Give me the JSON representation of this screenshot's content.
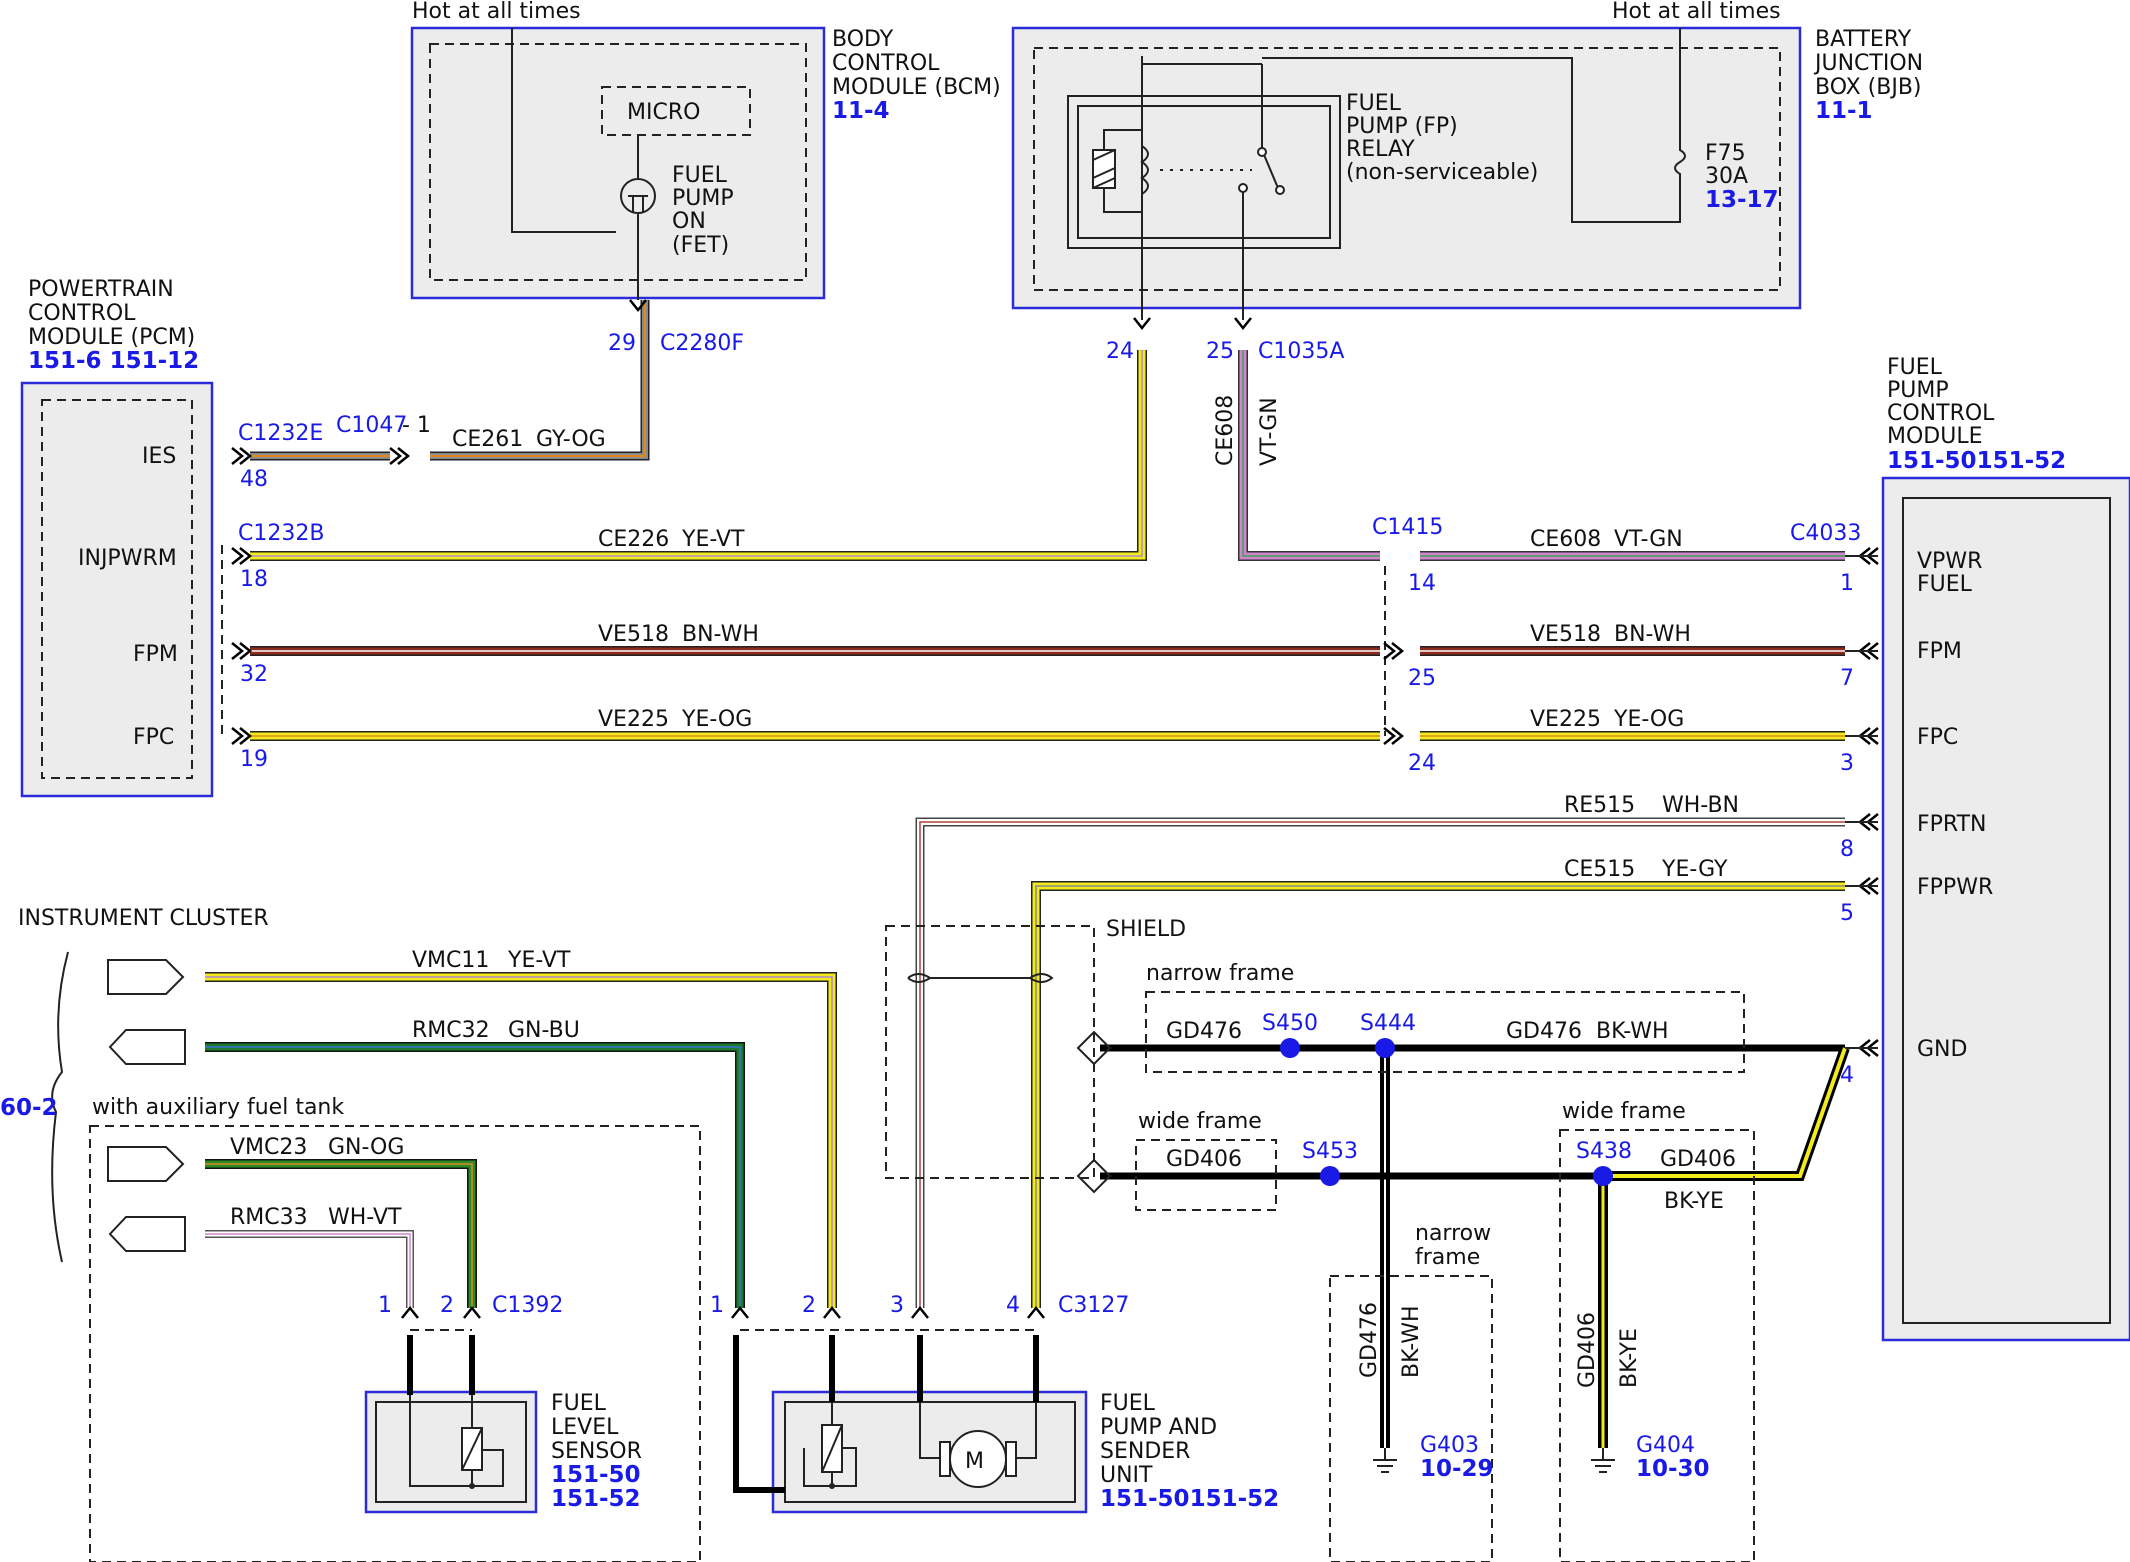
{
  "hot_labels": [
    "Hot at all times",
    "Hot at all times"
  ],
  "bcm": {
    "name": [
      "BODY",
      "CONTROL",
      "MODULE (BCM)"
    ],
    "ref": "11-4",
    "micro": "MICRO",
    "fet": [
      "FUEL",
      "PUMP",
      "ON",
      "(FET)"
    ]
  },
  "bjb": {
    "name": [
      "BATTERY",
      "JUNCTION",
      "BOX (BJB)"
    ],
    "ref": "11-1",
    "relay": [
      "FUEL",
      "PUMP (FP)",
      "RELAY",
      "(non-serviceable)"
    ],
    "fuse": [
      "F75",
      "30A"
    ],
    "fuse_ref": "13-17"
  },
  "pcm": {
    "name": [
      "POWERTRAIN",
      "CONTROL",
      "MODULE (PCM)"
    ],
    "ref": "151-6  151-12",
    "pins": [
      "IES",
      "INJPWRM",
      "FPM",
      "FPC"
    ]
  },
  "fpcm": {
    "name": [
      "FUEL",
      "PUMP",
      "CONTROL",
      "MODULE"
    ],
    "ref": "151-50151-52",
    "pins": [
      "VPWR",
      "FUEL",
      "FPM",
      "FPC",
      "FPRTN",
      "FPPWR",
      "GND"
    ]
  },
  "connectors": [
    "C2280F",
    "C1232E",
    "C1047",
    "C1232B",
    "C1035A",
    "C1415",
    "C4033",
    "C1392",
    "C3127"
  ],
  "pin_numbers": [
    "29",
    "48",
    "18",
    "32",
    "19",
    "24",
    "25",
    "14",
    "25",
    "24",
    "1",
    "7",
    "3",
    "8",
    "5",
    "4",
    "1",
    "2",
    "1",
    "2",
    "3",
    "4"
  ],
  "connector_suffix": "- 1",
  "wires": [
    {
      "circuit": "CE261",
      "color": "GY-OG"
    },
    {
      "circuit": "CE226",
      "color": "YE-VT"
    },
    {
      "circuit": "CE608",
      "color": "VT-GN"
    },
    {
      "circuit": "VE518",
      "color": "BN-WH"
    },
    {
      "circuit": "VE225",
      "color": "YE-OG"
    },
    {
      "circuit": "RE515",
      "color": "WH-BN"
    },
    {
      "circuit": "CE515",
      "color": "YE-GY"
    },
    {
      "circuit": "VMC11",
      "color": "YE-VT"
    },
    {
      "circuit": "RMC32",
      "color": "GN-BU"
    },
    {
      "circuit": "VMC23",
      "color": "GN-OG"
    },
    {
      "circuit": "RMC33",
      "color": "WH-VT"
    },
    {
      "circuit": "GD476",
      "color": "BK-WH"
    },
    {
      "circuit": "GD406",
      "color": "BK-YE"
    }
  ],
  "vertical_wire": {
    "circuit": "CE608",
    "color": "VT-GN"
  },
  "instrument_cluster": {
    "label": "INSTRUMENT CLUSTER",
    "ref": "60-2",
    "aux": "with auxiliary fuel tank"
  },
  "shield": "SHIELD",
  "frames": {
    "narrow": "narrow frame",
    "wide": "wide frame",
    "narrow_split": [
      "narrow",
      "frame"
    ]
  },
  "splices": [
    "S450",
    "S444",
    "S453",
    "S438"
  ],
  "grounds": [
    {
      "id": "G403",
      "ref": "10-29"
    },
    {
      "id": "G404",
      "ref": "10-30"
    }
  ],
  "ground_wires": [
    {
      "circuit": "GD476",
      "color": "BK-WH"
    },
    {
      "circuit": "GD406",
      "color": "BK-YE"
    }
  ],
  "fuel_level_sensor": {
    "name": [
      "FUEL",
      "LEVEL",
      "SENSOR"
    ],
    "refs": [
      "151-50",
      "151-52"
    ]
  },
  "fuel_pump_unit": {
    "name": [
      "FUEL",
      "PUMP AND",
      "SENDER",
      "UNIT"
    ],
    "ref": "151-50151-52",
    "motor": "M"
  },
  "colors": {
    "module_border": "#2b2bd9",
    "module_fill": "#ececec",
    "link_text": "#1a1ae6",
    "yellow": "#f2ea1c",
    "brown": "#8b2b1e",
    "violet": "#cf86cf",
    "green": "#1e7a2a"
  }
}
